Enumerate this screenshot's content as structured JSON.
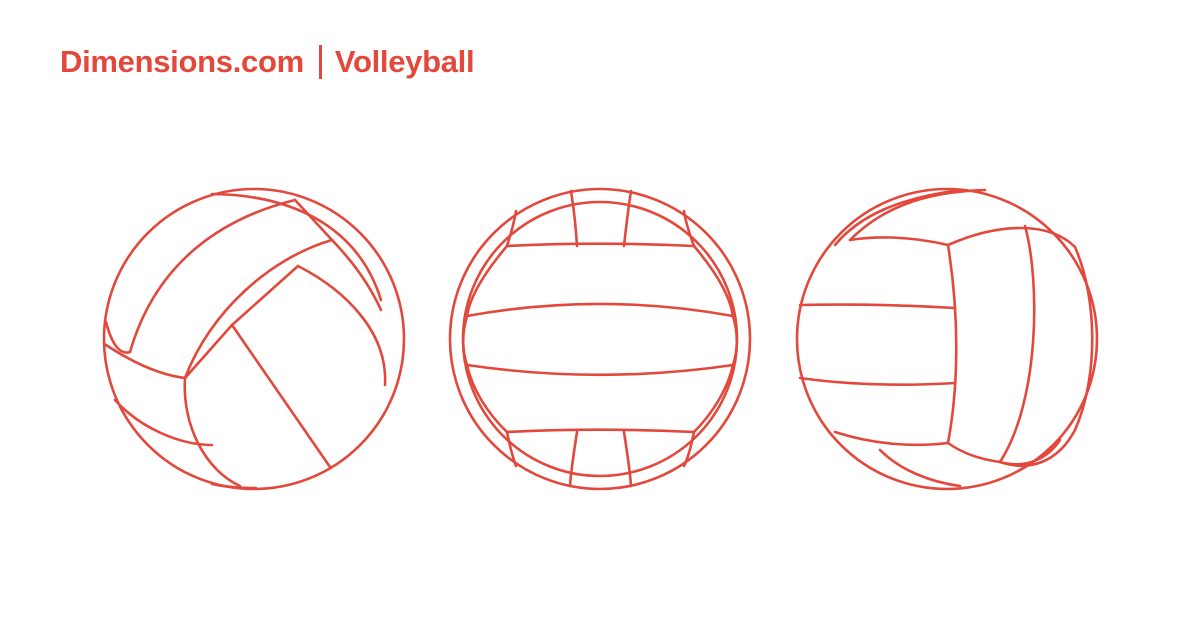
{
  "header": {
    "site": "Dimensions.com",
    "subject": "Volleyball"
  },
  "colors": {
    "accent": "#e2493c",
    "background": "#ffffff"
  },
  "views": [
    {
      "view": "angled"
    },
    {
      "view": "front"
    },
    {
      "view": "side"
    }
  ]
}
